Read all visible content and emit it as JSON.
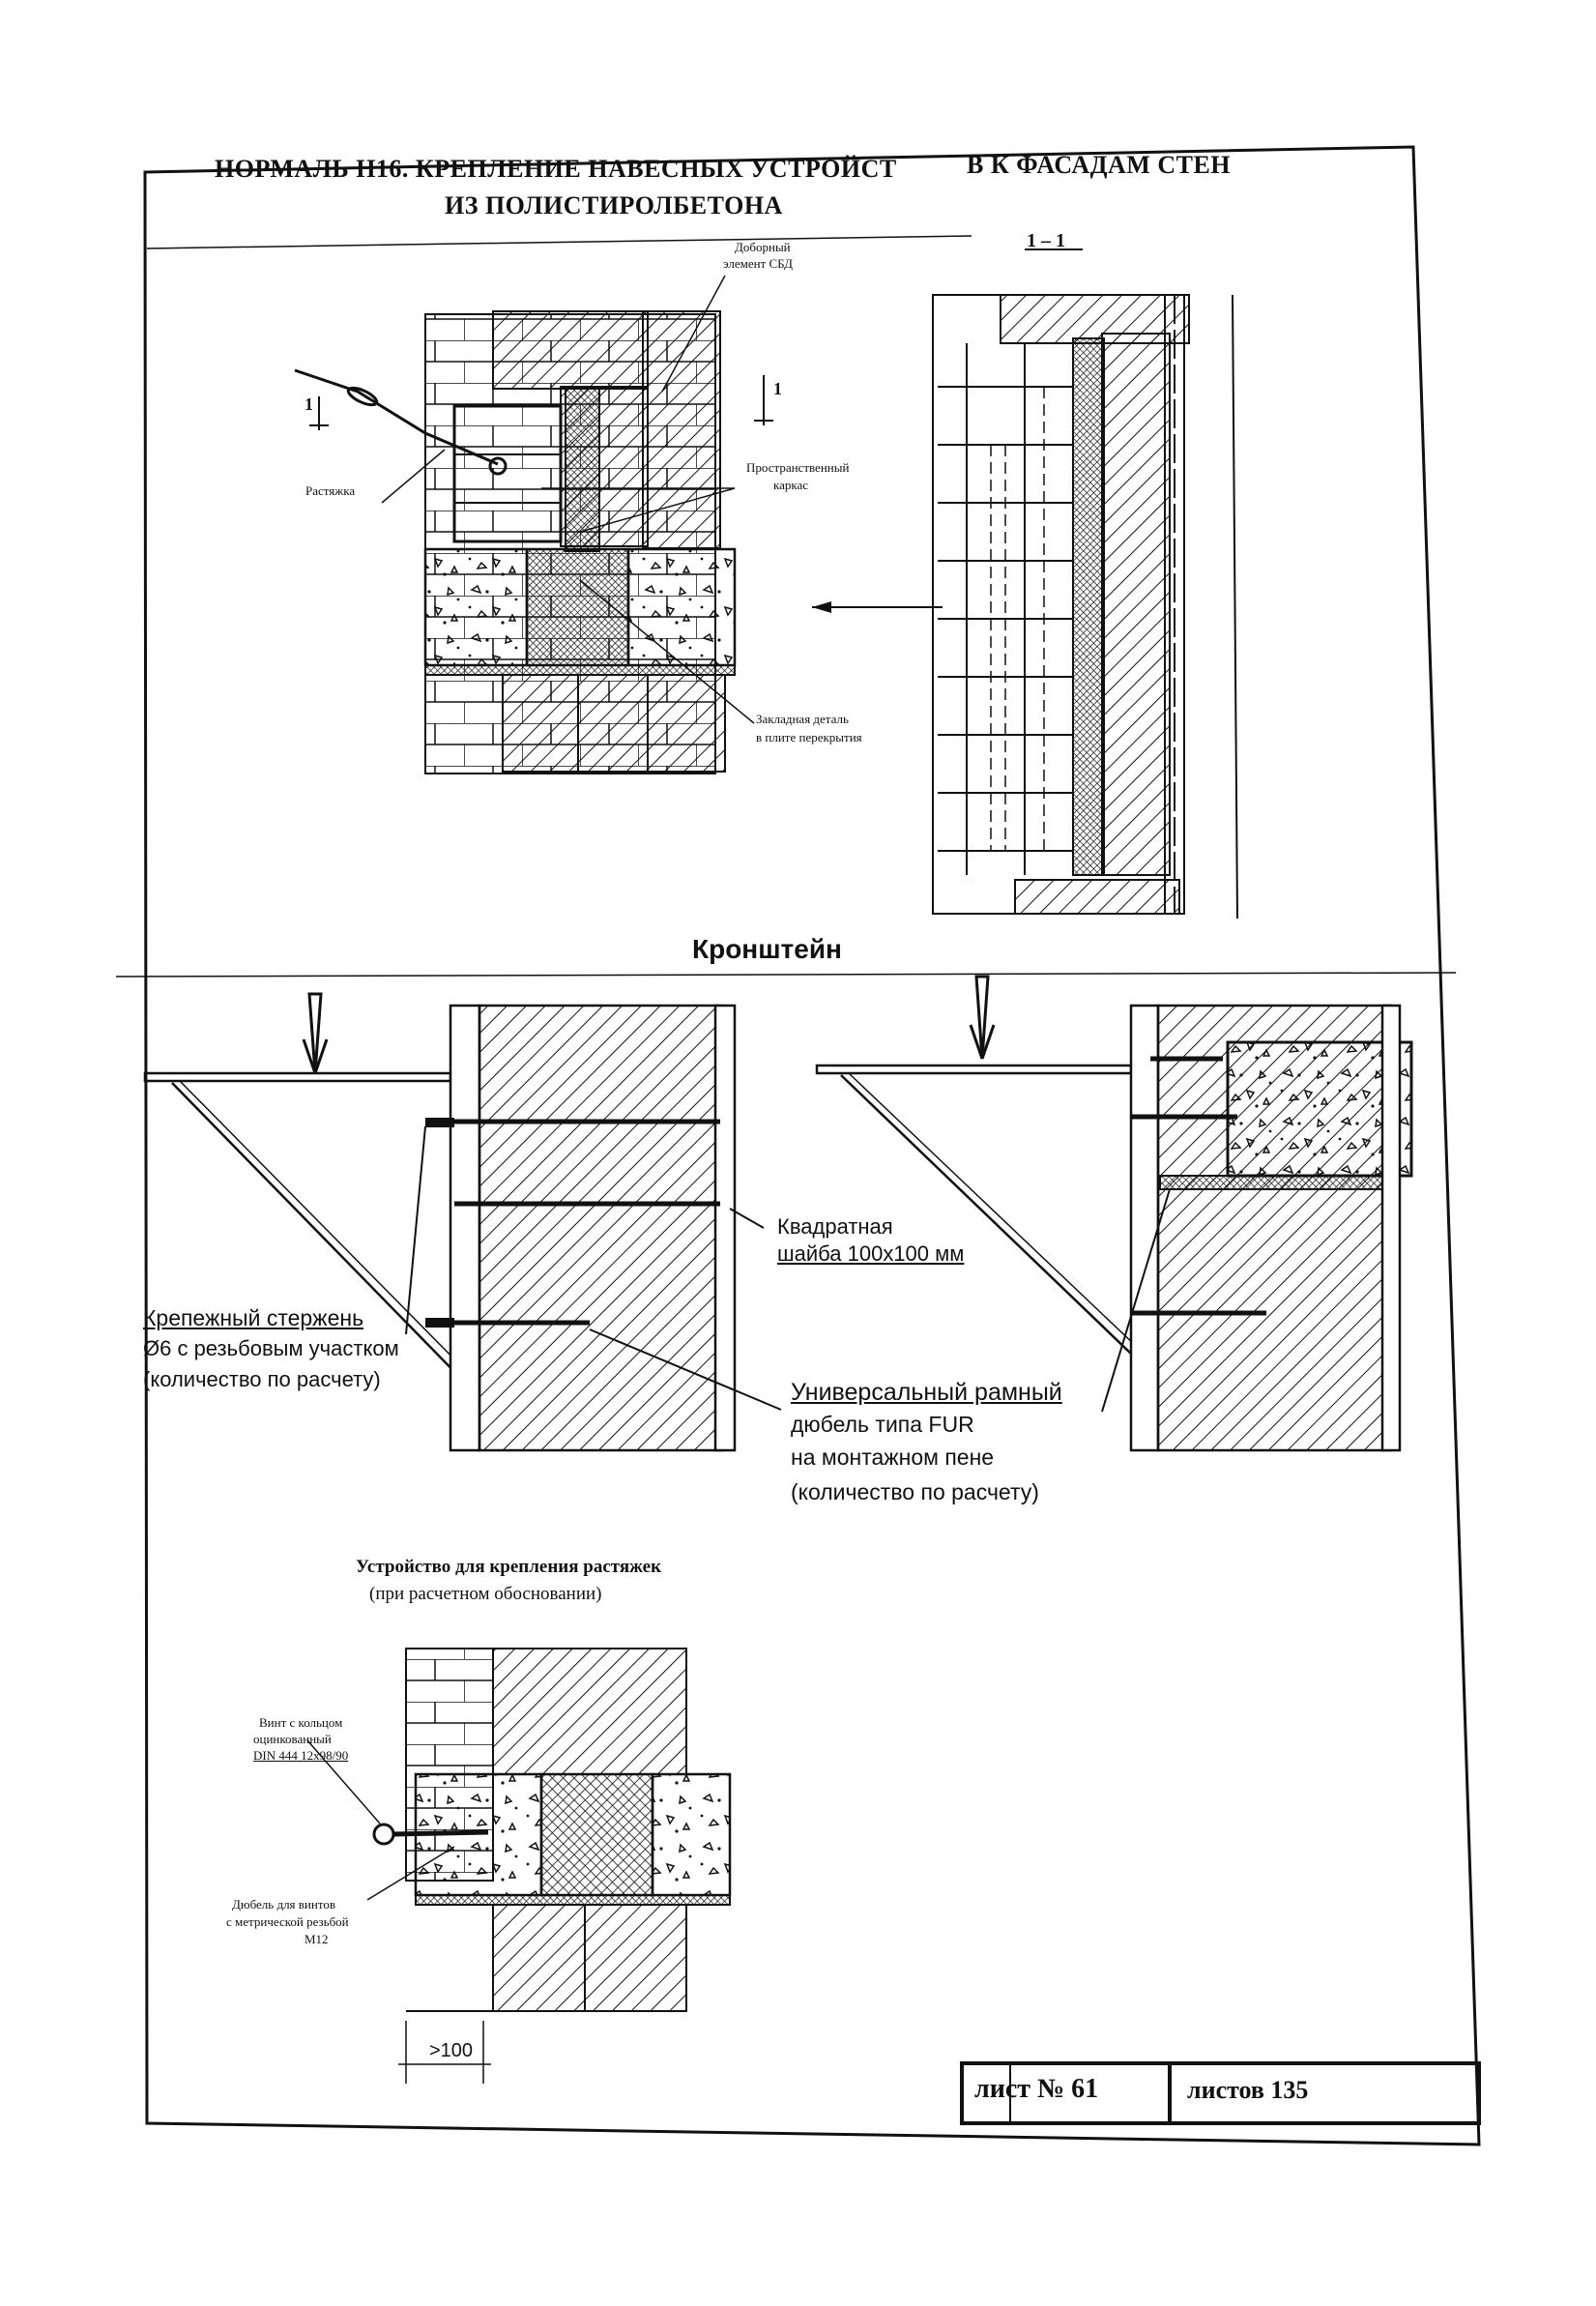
{
  "header": {
    "line1_left": "НОРМАЛЬ Н16.  КРЕПЛЕНИЕ НАВЕСНЫХ УСТРОЙСТ",
    "line1_right": "В К ФАСАДАМ СТЕН",
    "line2": "ИЗ ПОЛИСТИРОЛБЕТОНА"
  },
  "top_left_drawing": {
    "label_dobor_1": "Доборный",
    "label_dobor_2": "элемент СБД",
    "label_rastyazhka": "Растяжка",
    "label_karkas_1": "Пространственный",
    "label_karkas_2": "каркас",
    "label_zakladnaya_1": "Закладная деталь",
    "label_zakladnaya_2": "в плите перекрытия",
    "section_mark": "1"
  },
  "section_view": {
    "title": "1 – 1"
  },
  "bracket_section": {
    "title": "Кронштейн",
    "label_washer_1": "Квадратная",
    "label_washer_2": "шайба 100х100 мм",
    "label_rod_1": "Крепежный стержень",
    "label_rod_2": "Ø6 с резьбовым участком",
    "label_rod_3": "(количество по расчету)",
    "label_dowel_1": "Универсальный рамный",
    "label_dowel_2": "дюбель типа FUR",
    "label_dowel_3": "на монтажном  пене",
    "label_dowel_4": "(количество по расчету)"
  },
  "bottom_drawing": {
    "title_1": "Устройство для крепления растяжек",
    "title_2": "(при расчетном обосновании)",
    "label_screw_1": "Винт с кольцом",
    "label_screw_2": "оцинкованный",
    "label_screw_3": "DIN 444  12х98/90",
    "label_dowel_1": "Дюбель для винтов",
    "label_dowel_2": "с метрической резьбой",
    "label_dowel_3": "М12",
    "dimension": ">100"
  },
  "stamp": {
    "sheet_no": "лист № 61",
    "sheets_total": "листов 135"
  }
}
